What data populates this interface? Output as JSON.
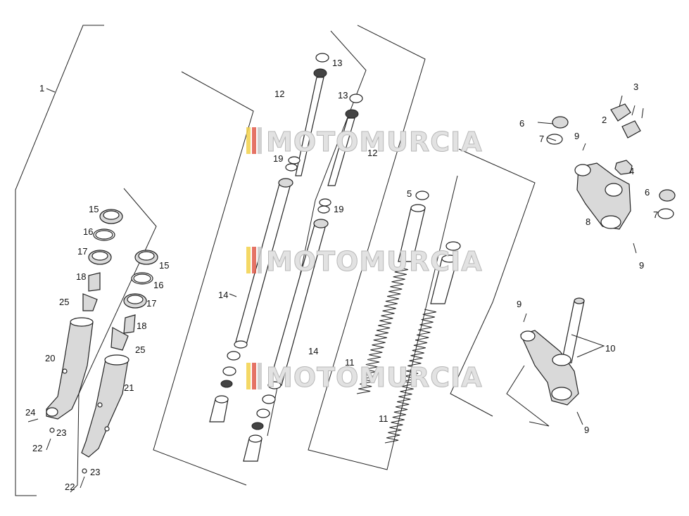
{
  "watermark": {
    "text": "MOTOMURCIA",
    "colors": [
      "#f2d14a",
      "#e05a4a",
      "#c9c9c9"
    ]
  },
  "callouts": {
    "c1": "1",
    "c2": "2",
    "c3": "3",
    "c4": "4",
    "c5": "5",
    "c6a": "6",
    "c6b": "6",
    "c7a": "7",
    "c7b": "7",
    "c8": "8",
    "c9a": "9",
    "c9b": "9",
    "c9c": "9",
    "c9d": "9",
    "c10": "10",
    "c11a": "11",
    "c11b": "11",
    "c12a": "12",
    "c12b": "12",
    "c13a": "13",
    "c13b": "13",
    "c14a": "14",
    "c14b": "14",
    "c15a": "15",
    "c15b": "15",
    "c16a": "16",
    "c16b": "16",
    "c17a": "17",
    "c17b": "17",
    "c18a": "18",
    "c18b": "18",
    "c19a": "19",
    "c19b": "19",
    "c20": "20",
    "c21": "21",
    "c22a": "22",
    "c22b": "22",
    "c23a": "23",
    "c23b": "23",
    "c24": "24",
    "c25a": "25",
    "c25b": "25"
  }
}
